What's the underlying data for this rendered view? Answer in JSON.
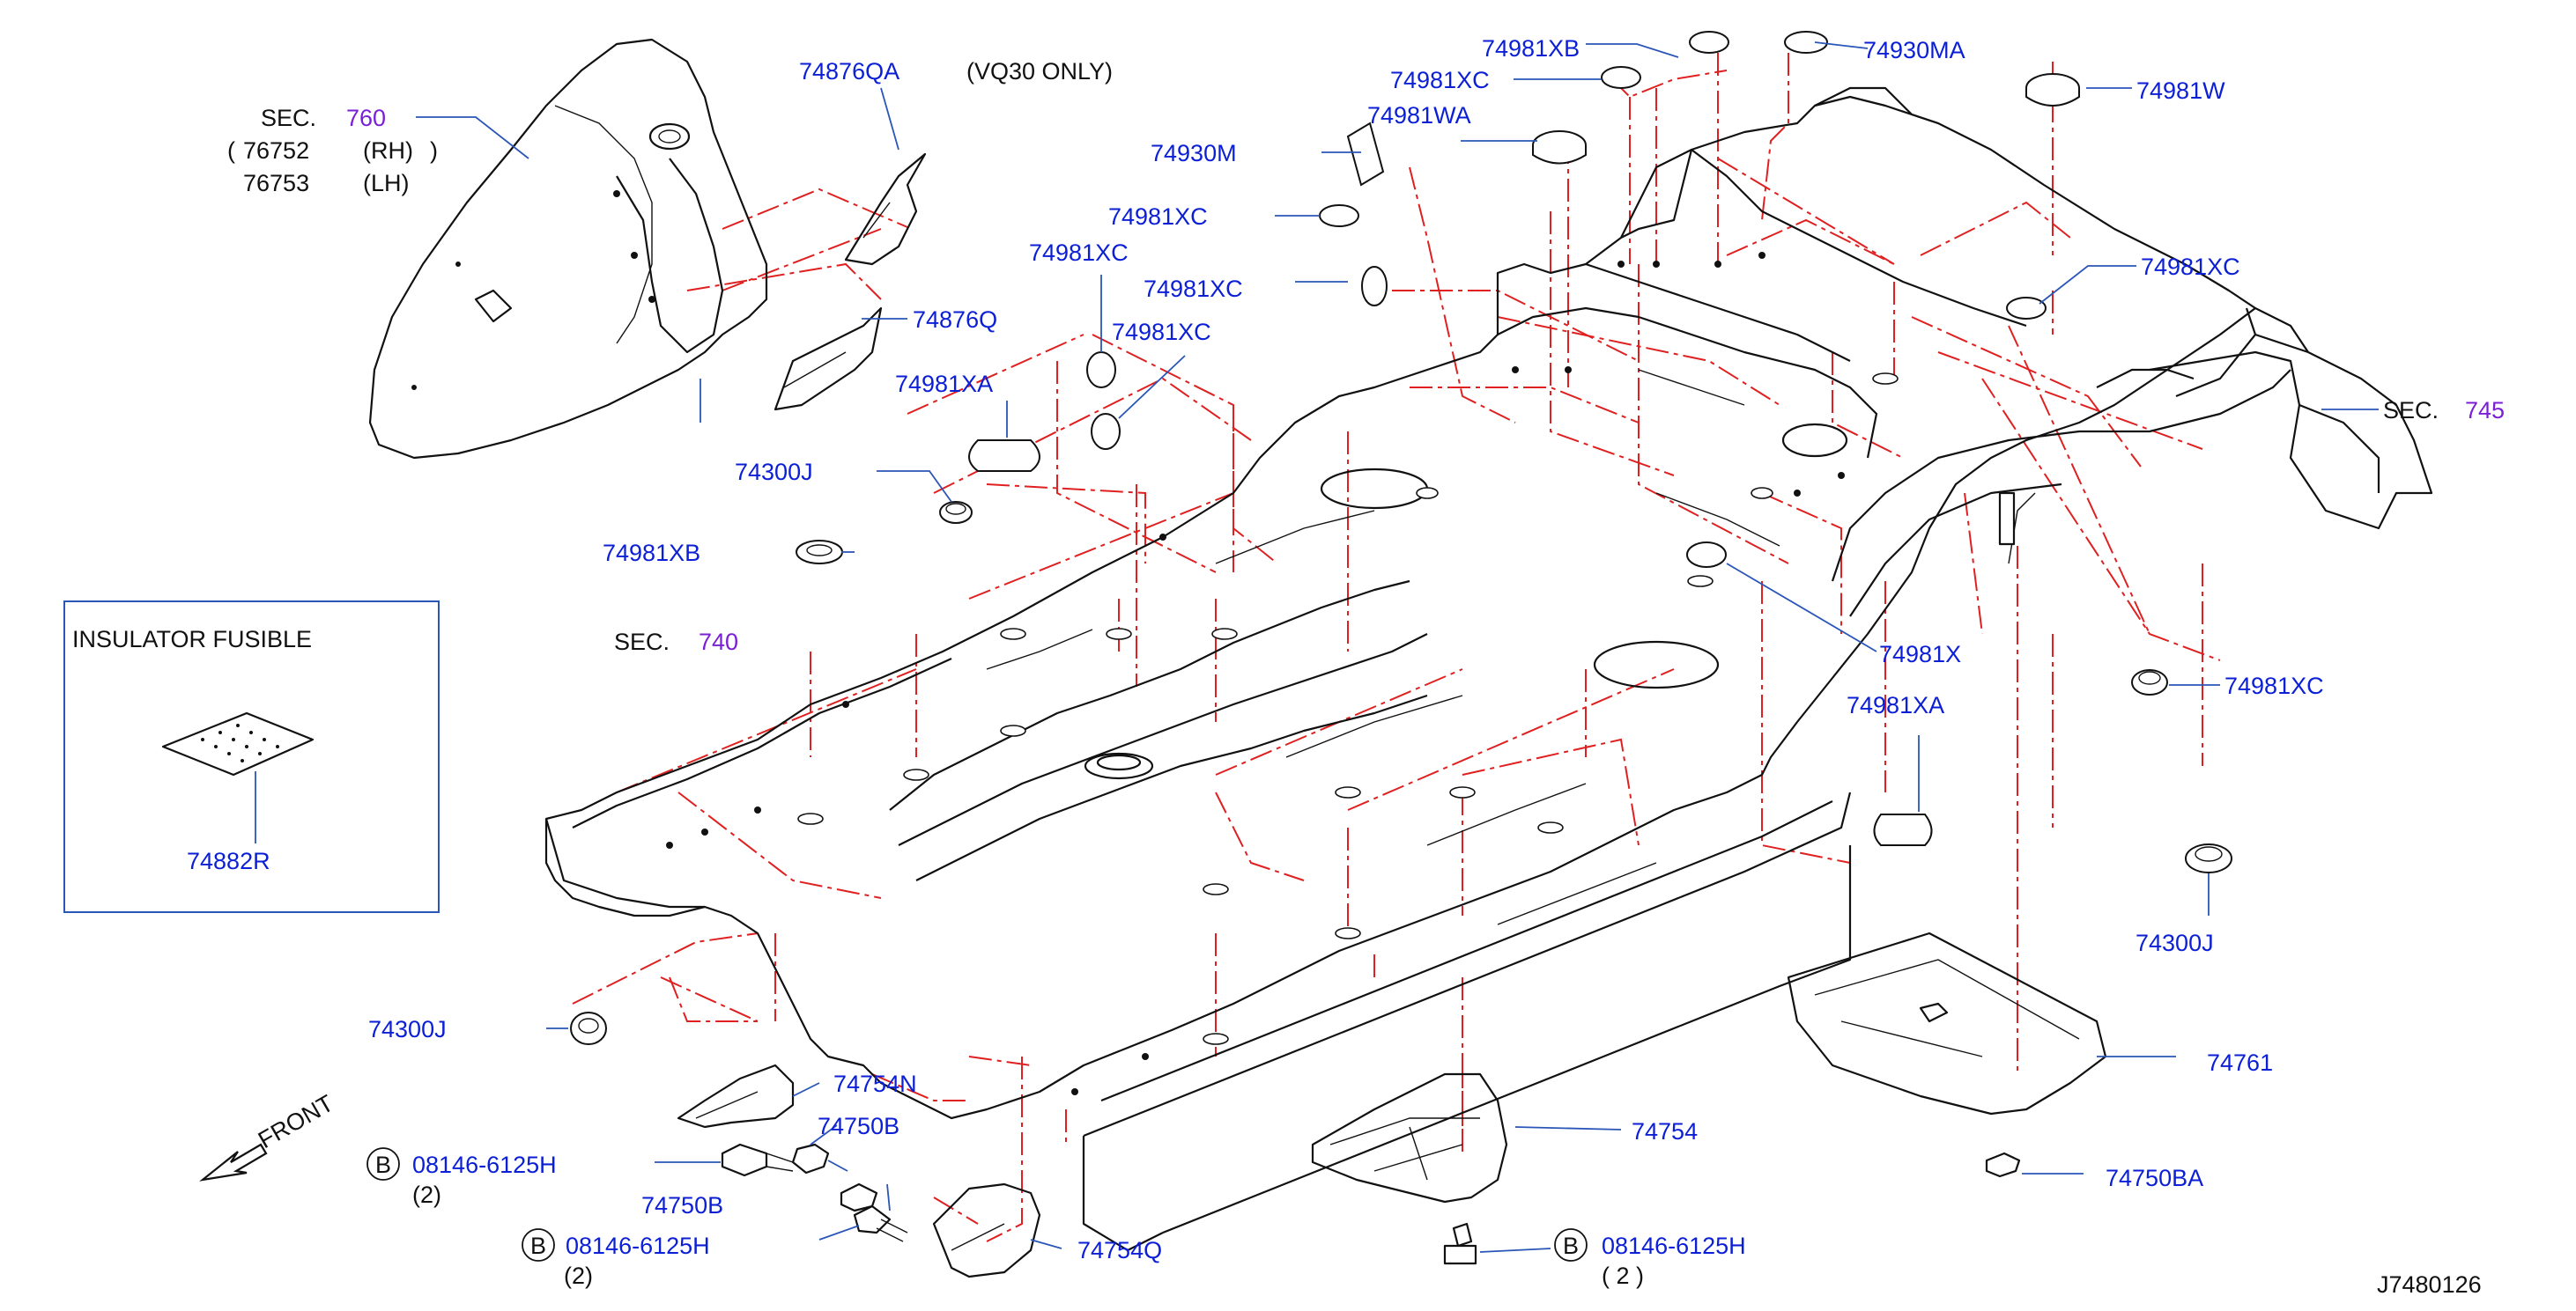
{
  "labels": {
    "sec760_prefix": "SEC.",
    "sec760_num": "760",
    "rh_part": "76752",
    "rh_side": "(RH)",
    "lh_part": "76753",
    "lh_side": "(LH)",
    "p74876QA": "74876QA",
    "vq30": "(VQ30   ONLY)",
    "p74876Q": "74876Q",
    "p74981XB_top": "74981XB",
    "p74930MA": "74930MA",
    "p74981W": "74981W",
    "p74981XC_a": "74981XC",
    "p74981WA": "74981WA",
    "p74930M": "74930M",
    "p74981XC_b": "74981XC",
    "p74981XC_c": "74981XC",
    "p74981XC_d": "74981XC",
    "p74981XC_e": "74981XC",
    "p74981XC_right": "74981XC",
    "p74981XA_left": "74981XA",
    "p74300J_upper": "74300J",
    "p74981XB_left": "74981XB",
    "sec740_prefix": "SEC.",
    "sec740_num": "740",
    "insulator_title": "INSULATOR   FUSIBLE",
    "p74882R": "74882R",
    "sec745_prefix": "SEC.",
    "sec745_num": "745",
    "p74981X": "74981X",
    "p74981XC_low": "74981XC",
    "p74981XA_right": "74981XA",
    "p74300J_right": "74300J",
    "p74761": "74761",
    "p74750BA": "74750BA",
    "p74754": "74754",
    "p74300J_left": "74300J",
    "p74754N": "74754N",
    "p74750B_upper": "74750B",
    "bolt1_badge": "B",
    "bolt1_part": "08146-6125H",
    "bolt1_qty": "(2)",
    "p74750B_lower": "74750B",
    "bolt2_badge": "B",
    "bolt2_part": "08146-6125H",
    "bolt2_qty": "(2)",
    "p74754Q": "74754Q",
    "bolt3_badge": "B",
    "bolt3_part": "08146-6125H",
    "bolt3_qty": "(  2  )",
    "front": "FRONT",
    "diagram_code": "J7480126"
  },
  "colors": {
    "part_number": "#0b1fd6",
    "section_ref": "#7b1fd6",
    "leader": "#2a56b8",
    "phantom_line": "#e02020",
    "outline": "#111111"
  }
}
